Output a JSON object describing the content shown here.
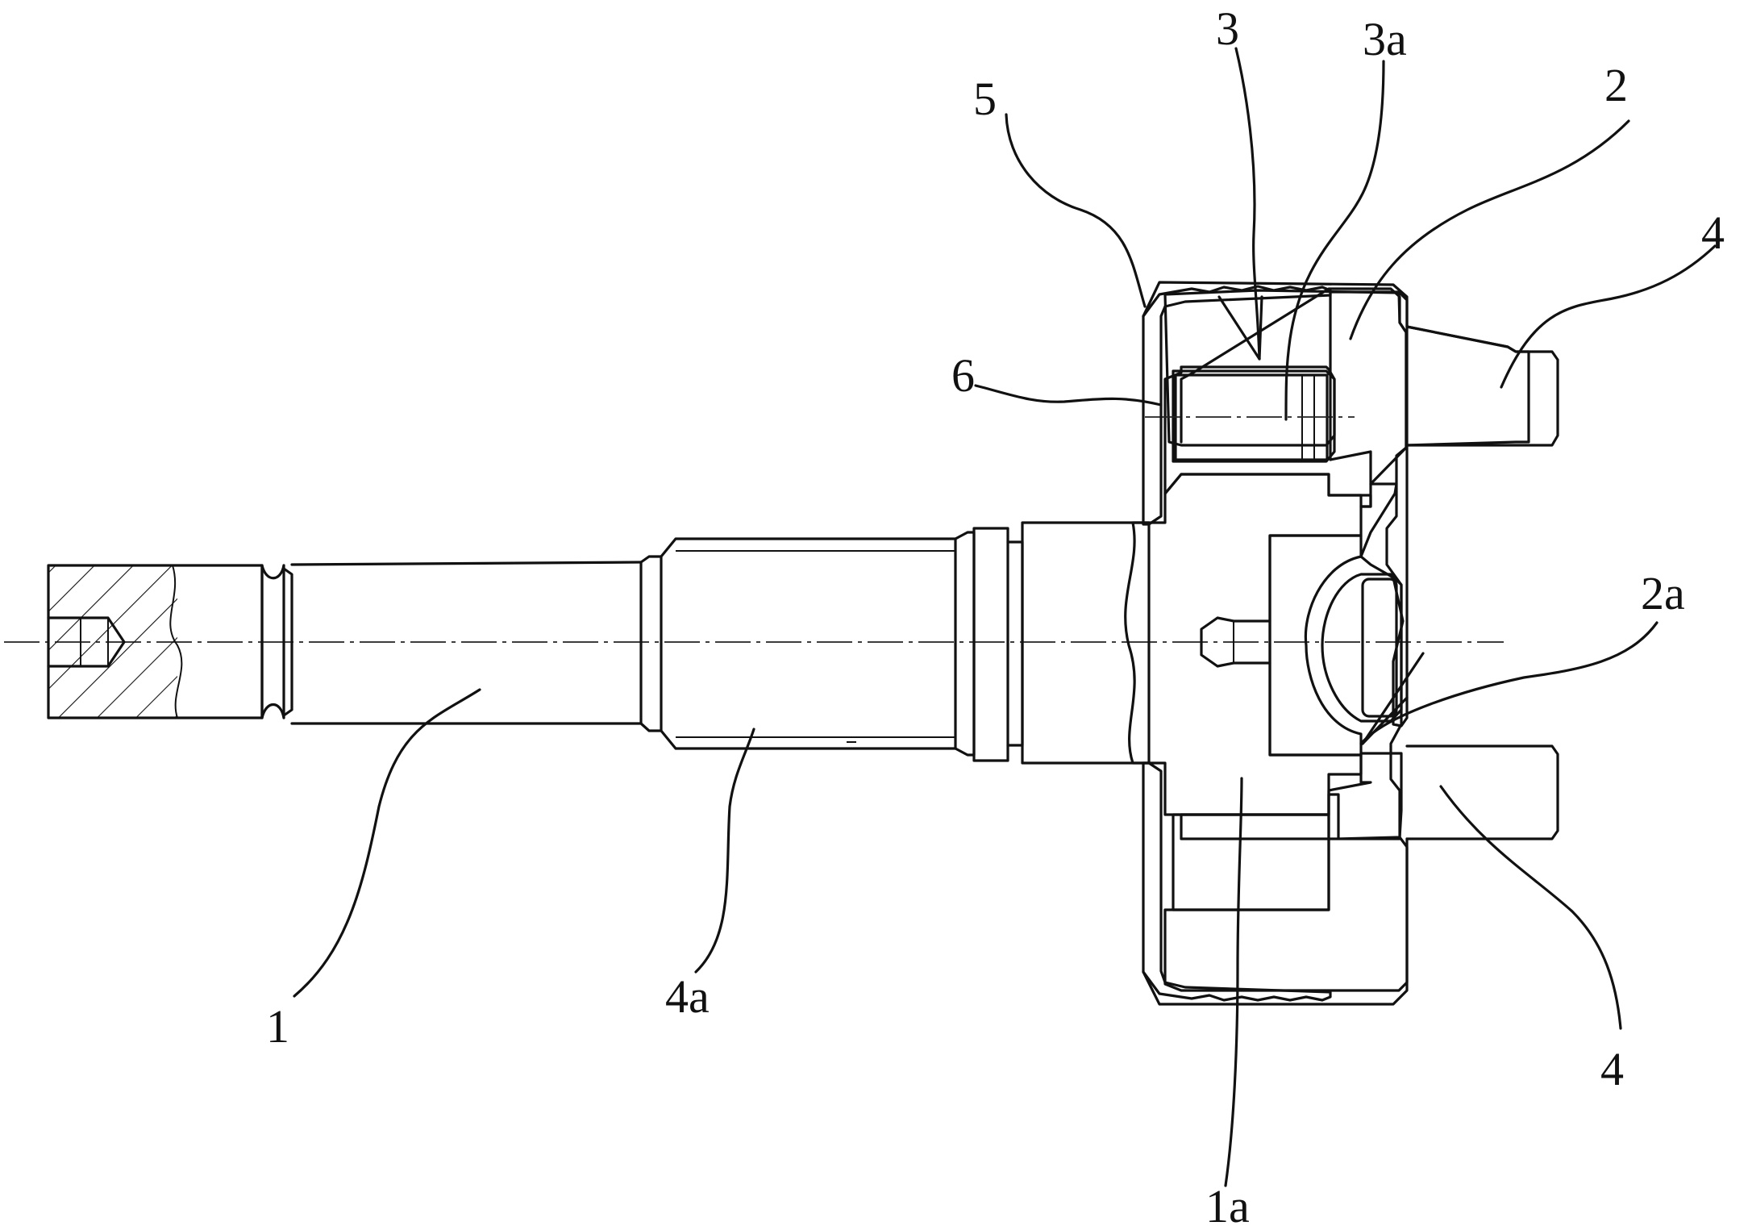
{
  "labels": {
    "l1": "1",
    "l1a": "1a",
    "l2": "2",
    "l2a": "2a",
    "l3": "3",
    "l3a": "3a",
    "l4_top": "4",
    "l4_bottom": "4",
    "l4a": "4a",
    "l5": "5",
    "l6": "6"
  }
}
